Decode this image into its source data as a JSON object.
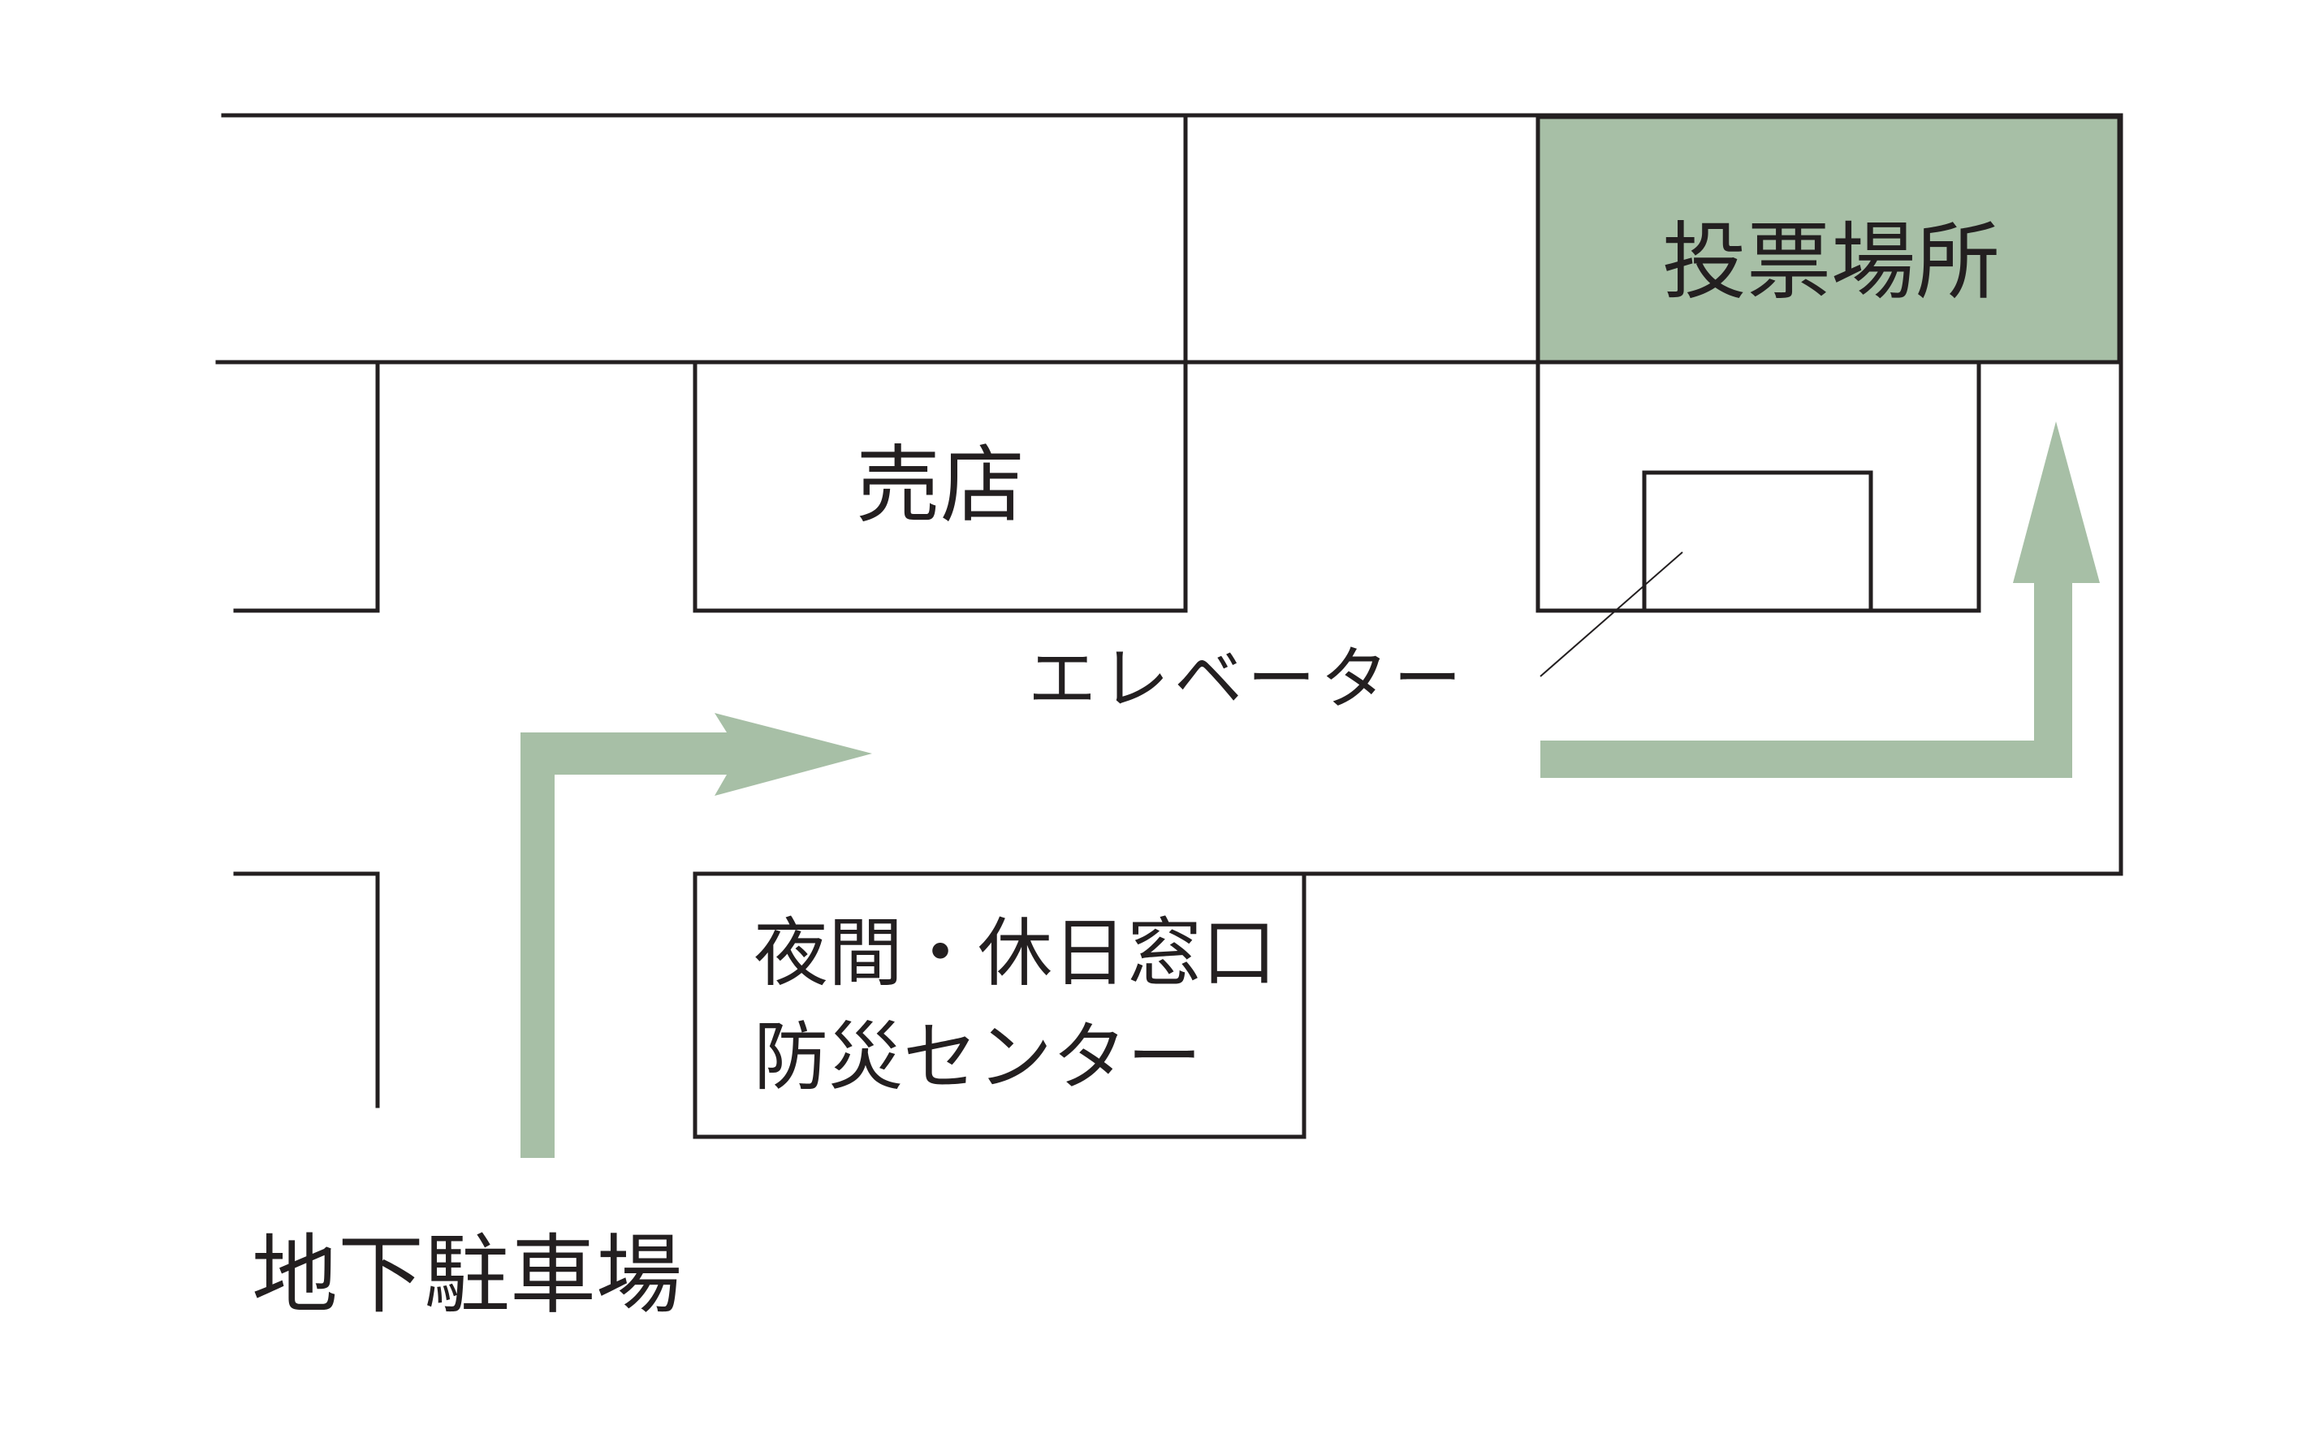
{
  "colors": {
    "route_green": "#a7bfa6",
    "voting_fill": "#a7bfa6",
    "walls": "#231f20",
    "text": "#231f20"
  },
  "labels": {
    "voting_place": "投票場所",
    "shop": "売店",
    "elevator": "エレベーター",
    "night_holiday_window": "夜間・休日窓口",
    "disaster_center": "防災センター",
    "underground_parking": "地下駐車場"
  },
  "icons": {
    "route": "arrow-route-icon"
  }
}
